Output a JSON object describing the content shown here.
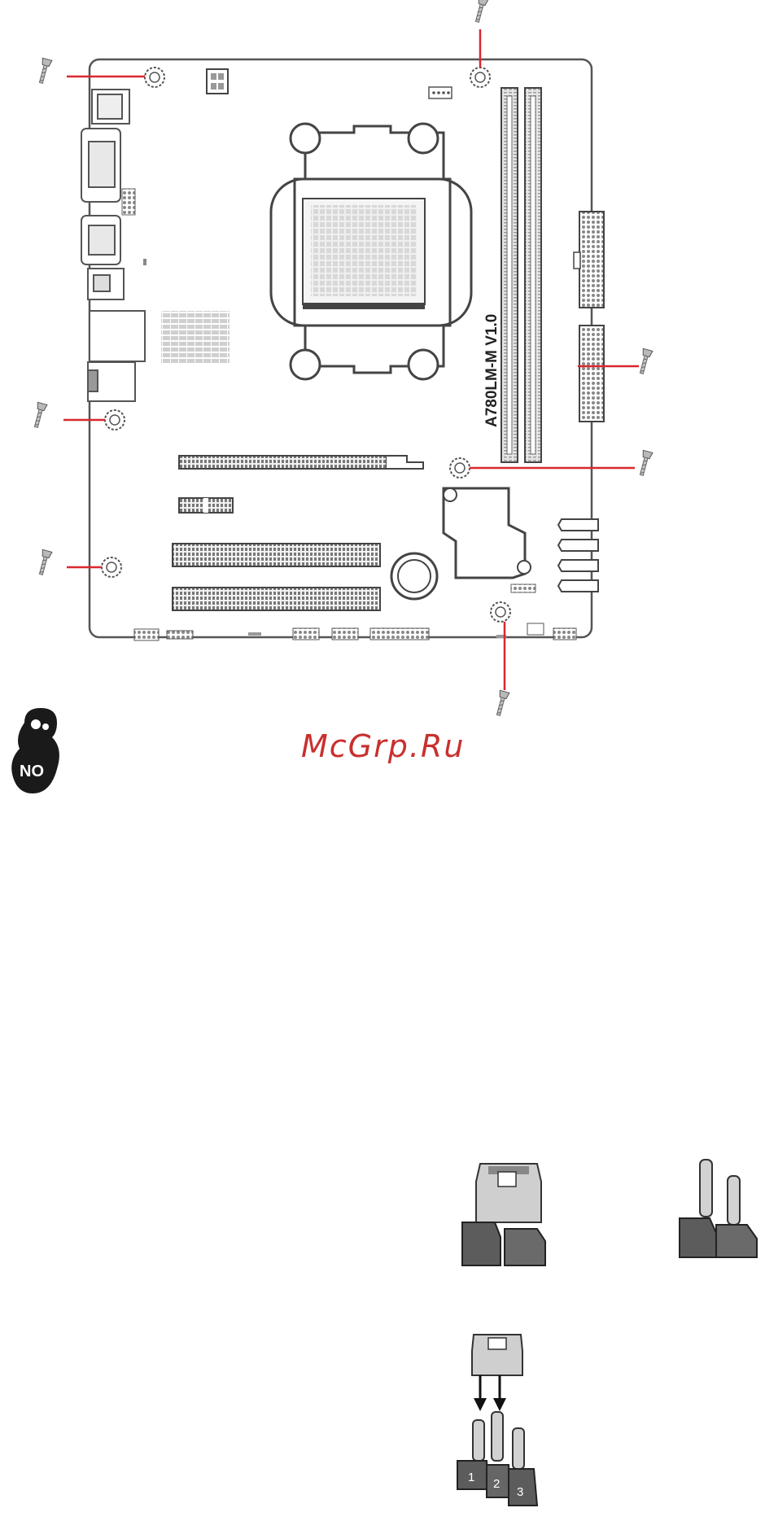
{
  "board": {
    "model_label": "A780LM-M V1.0",
    "screw_line_color": "#d9282f",
    "outline_color": "#555555"
  },
  "watermark": {
    "text": "McGrp.Ru",
    "color": "#c8302e"
  },
  "no_icon": {
    "text": "NO",
    "icon": "no-warning-icon"
  },
  "jumper_pins": [
    "1",
    "2",
    "3"
  ]
}
